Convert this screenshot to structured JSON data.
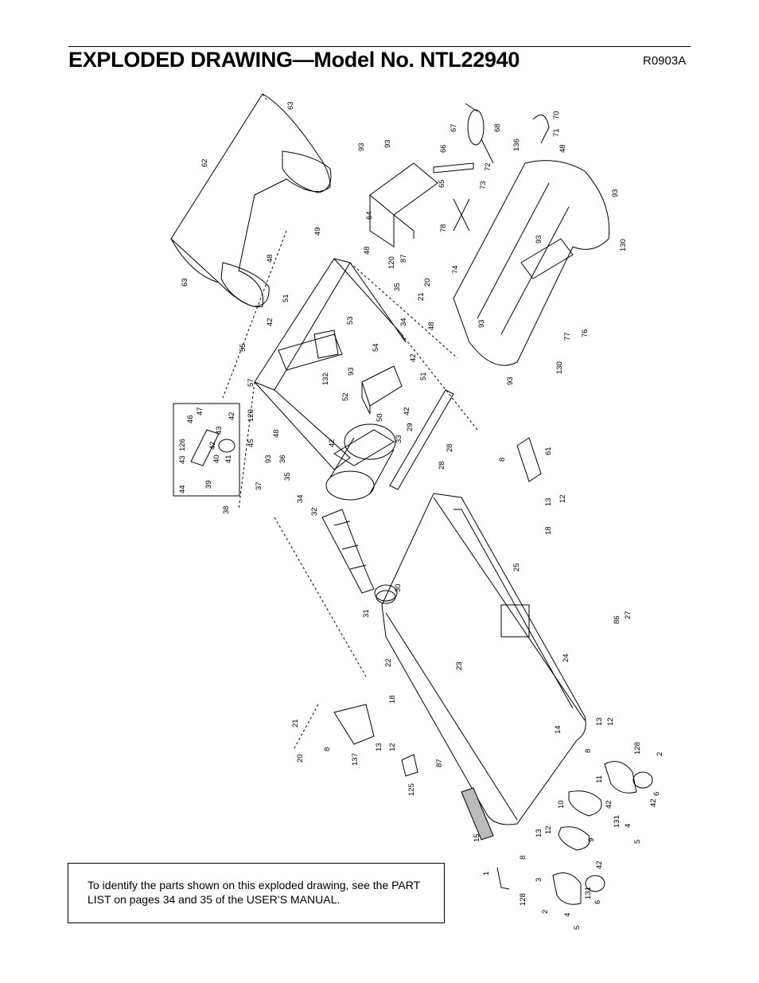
{
  "header": {
    "title": "EXPLODED DRAWING—Model No. NTL22940",
    "code": "R0903A"
  },
  "note": {
    "text": "To identify the parts shown on this exploded drawing, see the PART LIST on pages 34 and 35 of the USER’S MANUAL."
  },
  "callouts": [
    "63",
    "62",
    "63",
    "93",
    "93",
    "66",
    "67",
    "68",
    "70",
    "71",
    "48",
    "136",
    "72",
    "73",
    "65",
    "64",
    "93",
    "78",
    "74",
    "93",
    "130",
    "48",
    "49",
    "48",
    "120",
    "87",
    "20",
    "21",
    "35",
    "51",
    "42",
    "53",
    "34",
    "54",
    "42",
    "48",
    "93",
    "77",
    "76",
    "130",
    "93",
    "55",
    "57",
    "132",
    "93",
    "52",
    "51",
    "50",
    "42",
    "33",
    "29",
    "28",
    "28",
    "47",
    "42",
    "46",
    "126",
    "43",
    "43",
    "42",
    "44",
    "41",
    "40",
    "39",
    "120",
    "48",
    "45",
    "93",
    "36",
    "42",
    "37",
    "35",
    "34",
    "38",
    "32",
    "8",
    "61",
    "13",
    "12",
    "18",
    "25",
    "30",
    "31",
    "86",
    "27",
    "22",
    "23",
    "24",
    "14",
    "13",
    "12",
    "18",
    "21",
    "8",
    "137",
    "13",
    "12",
    "20",
    "87",
    "125",
    "8",
    "128",
    "2",
    "11",
    "6",
    "42",
    "10",
    "42",
    "131",
    "4",
    "5",
    "15",
    "9",
    "12",
    "13",
    "8",
    "42",
    "3",
    "1",
    "131",
    "6",
    "128",
    "2",
    "4",
    "5"
  ]
}
